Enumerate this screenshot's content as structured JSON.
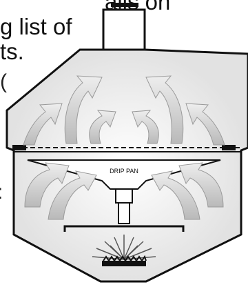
{
  "text_fragments": {
    "line1": "ails on",
    "line2": "g list of",
    "line3": "ts.",
    "edge_mark_1": "(",
    "edge_mark_2": ":"
  },
  "diagram": {
    "drip_pan_label": "DRIP PAN",
    "colors": {
      "outline": "#111111",
      "arrow_fill": "#cfcfcf",
      "arrow_shade": "#a8a8a8",
      "background": "#ffffff",
      "flame": "#555555"
    }
  }
}
